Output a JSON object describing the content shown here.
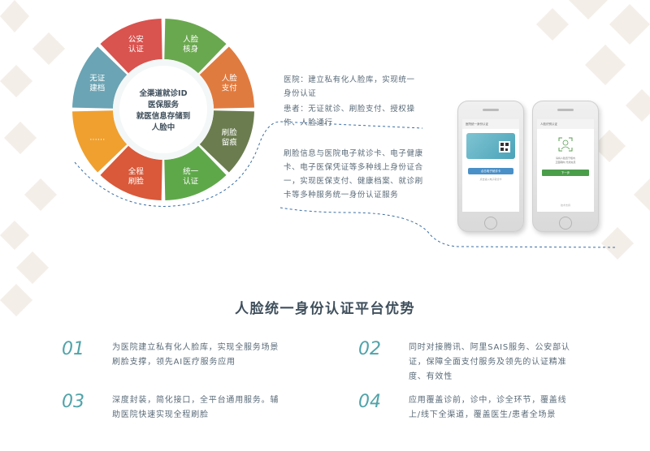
{
  "wheel": {
    "center_lines": [
      "全渠道就诊ID",
      "医保服务",
      "就医信息存储到",
      "人脸中"
    ],
    "segments": [
      {
        "lines": [
          "人脸",
          "核身"
        ],
        "color": "#6aa84f"
      },
      {
        "lines": [
          "人脸",
          "支付"
        ],
        "color": "#e07b3f"
      },
      {
        "lines": [
          "刷脸",
          "留痕"
        ],
        "color": "#6b7d4f"
      },
      {
        "lines": [
          "统一",
          "认证"
        ],
        "color": "#5fa84a"
      },
      {
        "lines": [
          "全程",
          "刷脸"
        ],
        "color": "#d9593a"
      },
      {
        "lines": [
          "……"
        ],
        "color": "#f0a02f"
      },
      {
        "lines": [
          "无证",
          "建档"
        ],
        "color": "#6ba4b4"
      },
      {
        "lines": [
          "公安",
          "认证"
        ],
        "color": "#d9534f"
      }
    ]
  },
  "descriptions": {
    "hospital": "医院：建立私有化人脸库，实现统一身份认证",
    "patient": "患者：无证就诊、刷脸支付、授权操作、人脸通行",
    "binding": "刷脸信息与医院电子就诊卡、电子健康卡、电子医保凭证等多种线上身份证合一，实现医保支付、健康档案、就诊刷卡等多种服务统一身份认证服务"
  },
  "phone_left": {
    "header": "医院统一身份认证",
    "button": "点击电子就诊卡",
    "footer": "点击进入电子就诊卡"
  },
  "phone_right": {
    "header": "人脸识别认证",
    "hint_lines": [
      "请将人脸置于框内",
      "正面朝向 光线充足"
    ],
    "button": "下一步",
    "footer": "技术支持"
  },
  "section_title": "人脸统一身份认证平台优势",
  "features": [
    {
      "num": "01",
      "text": [
        "为医院建立私有化人脸库，实现全服务场景",
        "刷脸支撑，领先AI医疗服务应用"
      ]
    },
    {
      "num": "02",
      "text": [
        "同时对接腾讯、阿里SAIS服务、公安部认",
        "证，保障全面支付服务及领先的认证精准",
        "度、有效性"
      ]
    },
    {
      "num": "03",
      "text": [
        "深度封装，简化接口，全平台通用服务。辅",
        "助医院快速实现全程刷脸"
      ]
    },
    {
      "num": "04",
      "text": [
        "应用覆盖诊前，诊中，诊全环节，覆盖线",
        "上/线下全渠道，覆盖医生/患者全场景"
      ]
    }
  ],
  "colors": {
    "accent": "#4fa3a9",
    "text": "#5a6b78",
    "title": "#3f4f5c",
    "dashes": "#3a6ea5",
    "deco": "#f1ebe4"
  }
}
